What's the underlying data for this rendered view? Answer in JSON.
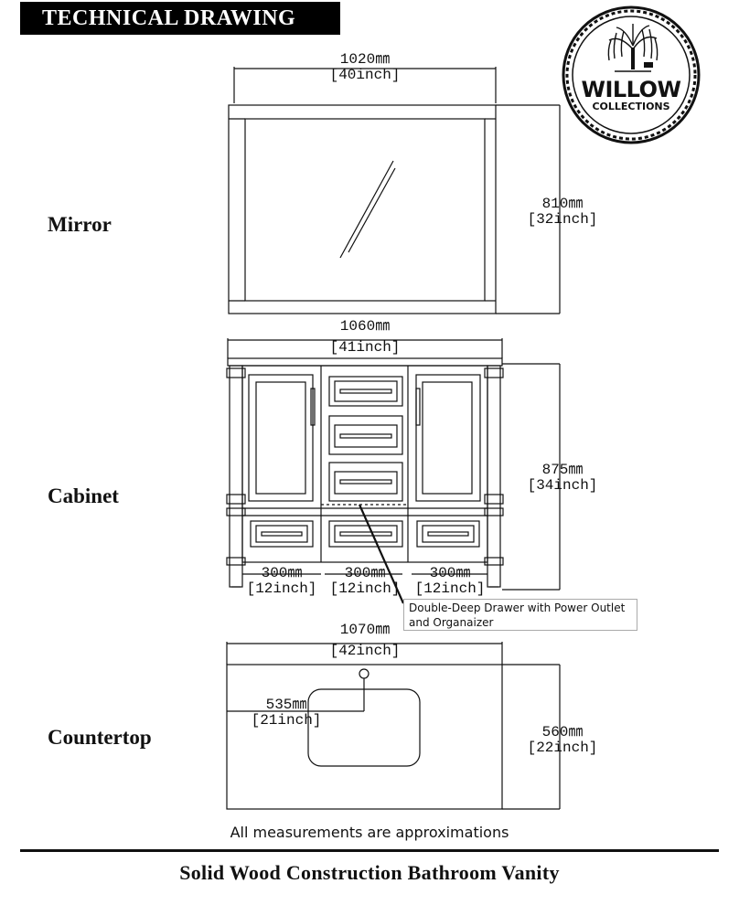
{
  "header": {
    "title": "TECHNICAL DRAWING"
  },
  "logo": {
    "name": "WILLOW",
    "sub": "COLLECTIONS"
  },
  "sections": {
    "mirror": {
      "label": "Mirror",
      "width_mm": "1020㎜",
      "width_in": "[40inch]",
      "height_mm": "810㎜",
      "height_in": "[32inch]"
    },
    "cabinet": {
      "label": "Cabinet",
      "width_mm": "1060㎜",
      "width_in": "[41inch]",
      "height_mm": "875㎜",
      "height_in": "[34inch]",
      "bays": [
        {
          "mm": "300㎜",
          "in": "[12inch]"
        },
        {
          "mm": "300㎜",
          "in": "[12inch]"
        },
        {
          "mm": "300㎜",
          "in": "[12inch]"
        }
      ],
      "callout": "Double-Deep Drawer with Power Outlet and Organaizer"
    },
    "countertop": {
      "label": "Countertop",
      "width_mm": "1070㎜",
      "width_in": "[42inch]",
      "height_mm": "560㎜",
      "height_in": "[22inch]",
      "sink_mm": "535㎜",
      "sink_in": "[21inch]"
    }
  },
  "note": "All measurements are approximations",
  "footer": {
    "title": "Solid Wood Construction Bathroom Vanity"
  }
}
